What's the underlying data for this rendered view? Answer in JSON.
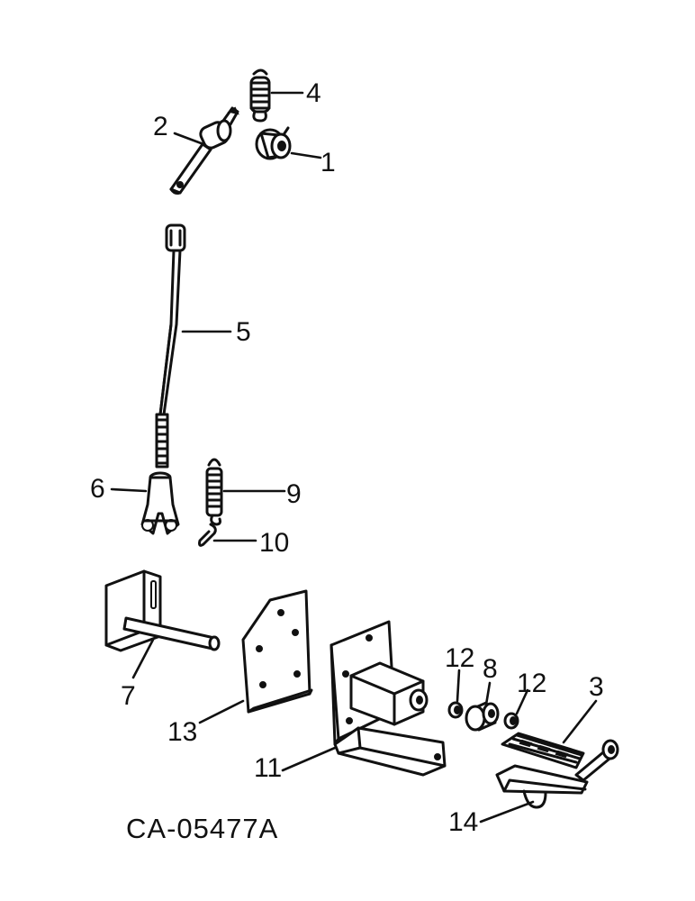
{
  "figure_id": "CA-05477A",
  "callouts": {
    "c1": "1",
    "c2": "2",
    "c3": "3",
    "c4": "4",
    "c5": "5",
    "c6": "6",
    "c7": "7",
    "c8": "8",
    "c9": "9",
    "c10": "10",
    "c11": "11",
    "c12a": "12",
    "c12b": "12",
    "c13": "13",
    "c14": "14"
  }
}
